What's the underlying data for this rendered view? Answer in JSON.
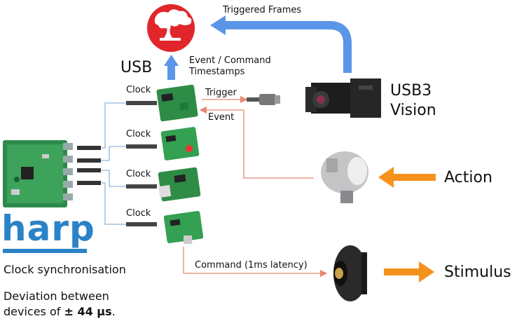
{
  "labels": {
    "triggered_frames": "Triggered Frames",
    "usb": "USB",
    "event_command_timestamps_1": "Event / Command",
    "event_command_timestamps_2": "Timestamps",
    "trigger": "Trigger",
    "event": "Event",
    "usb3_line1": "USB3",
    "usb3_line2": "Vision",
    "clock": "Clock",
    "action": "Action",
    "stimulus": "Stimulus",
    "command": "Command (1ms latency)",
    "harp_logo": "harp",
    "clock_sync": "Clock synchronisation",
    "deviation_line1": "Deviation between",
    "deviation_line2_prefix": "devices of ",
    "deviation_value": "± 44 µs",
    "deviation_suffix": "."
  },
  "colors": {
    "blue_arrow": "#5b95e8",
    "orange_arrow": "#f5921e",
    "thin_blue": "#8fb6da",
    "thin_red": "#e88870",
    "harp_blue": "#2a83c7",
    "bonsai_red": "#e0262a"
  }
}
